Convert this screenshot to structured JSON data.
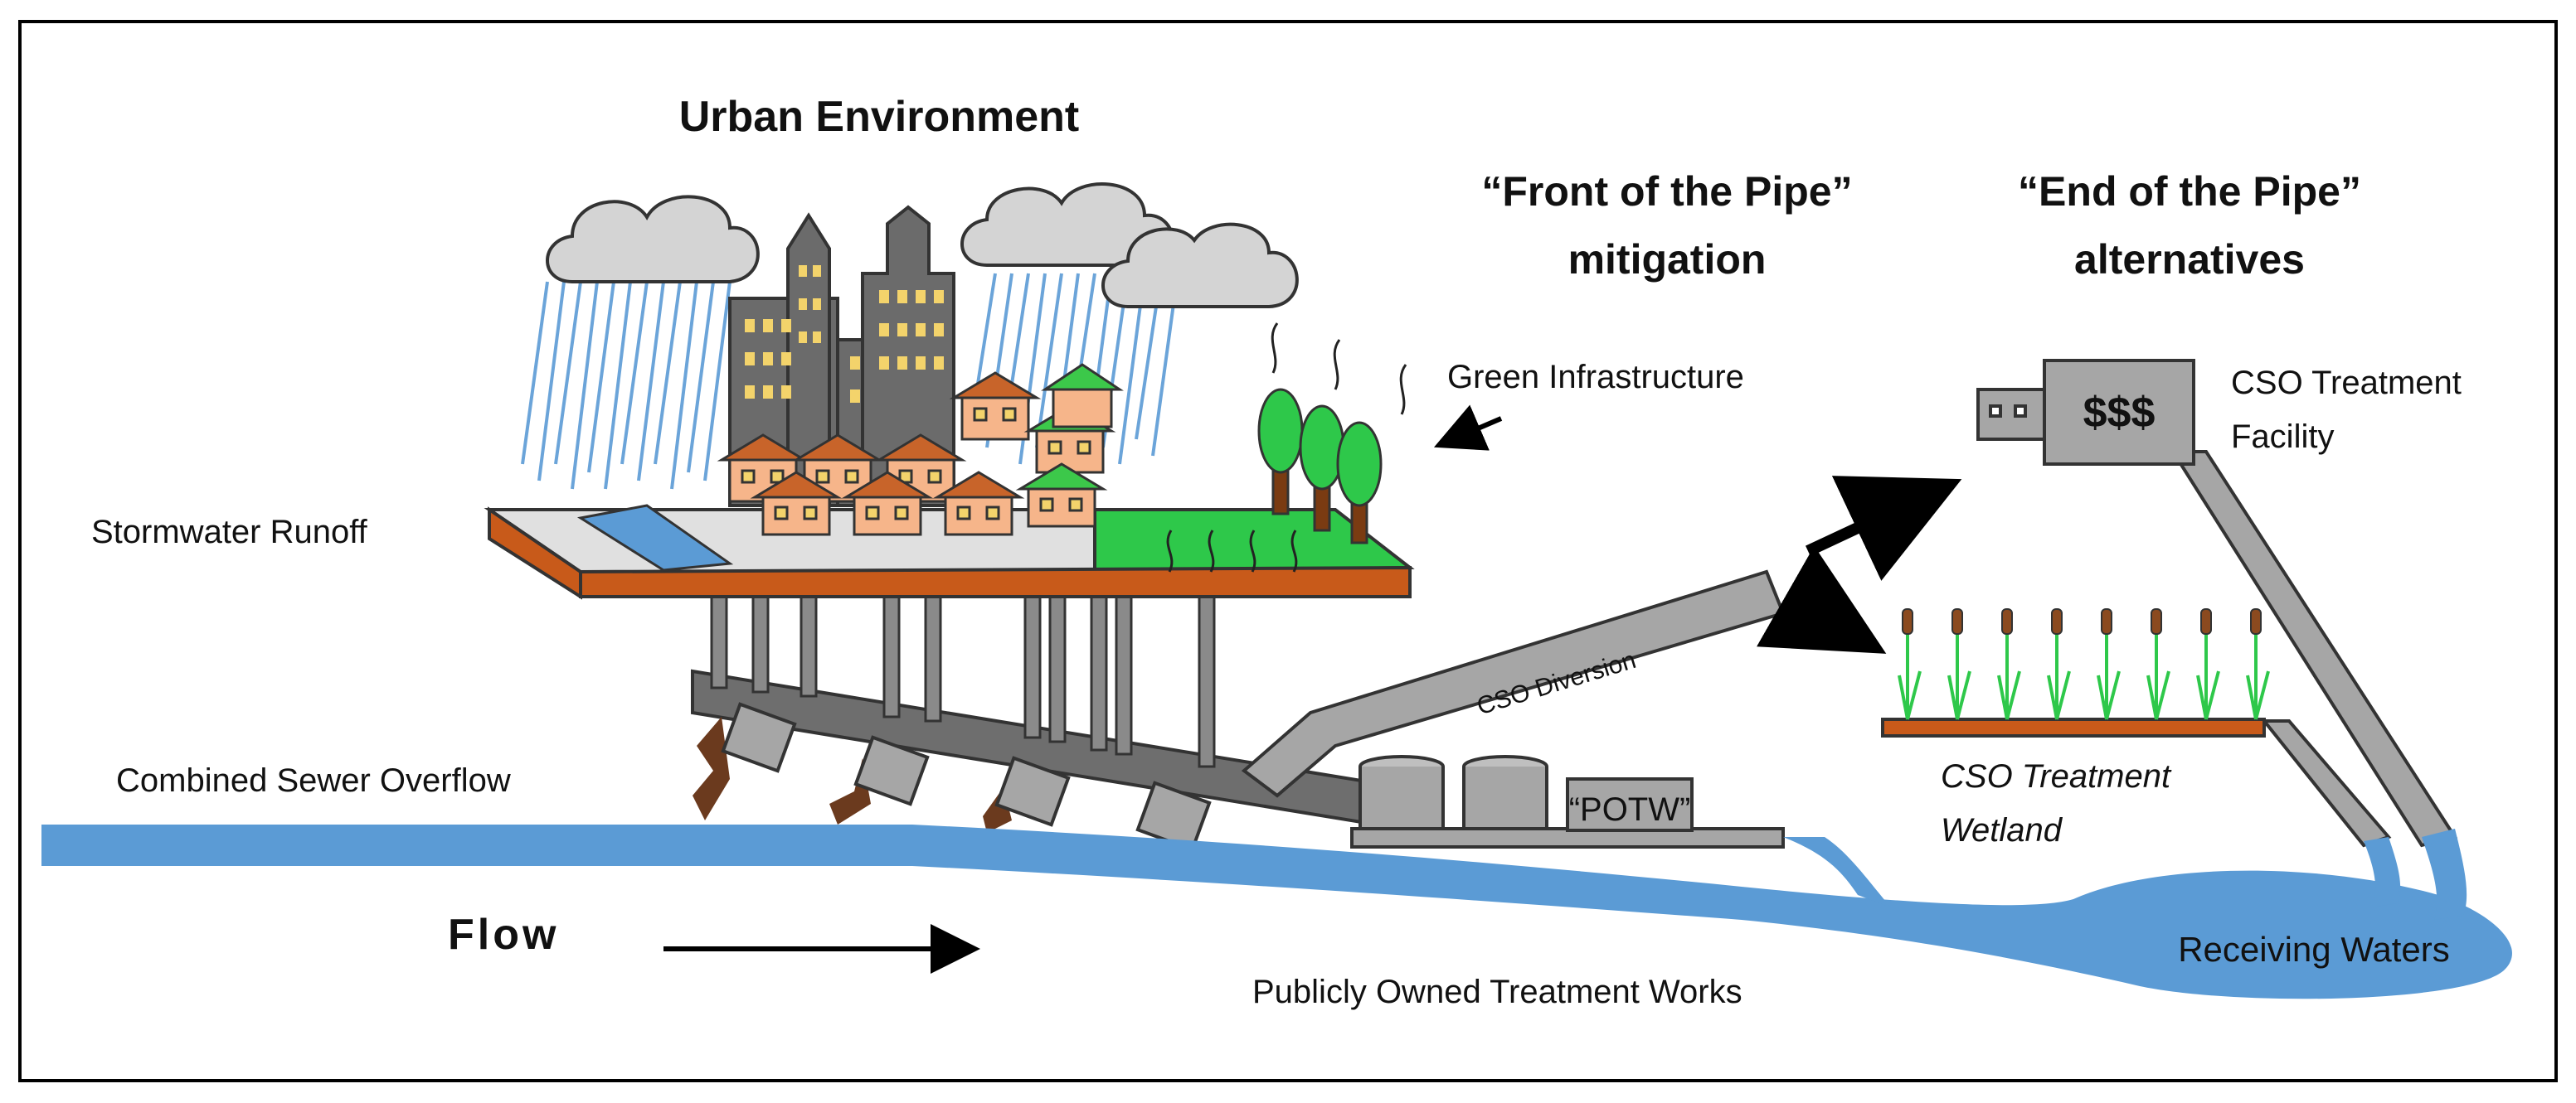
{
  "diagram": {
    "title": "Urban Environment",
    "front_heading": [
      "“Front of the Pipe”",
      "mitigation"
    ],
    "end_heading": [
      "“End of the Pipe”",
      "alternatives"
    ],
    "labels": {
      "stormwater": "Stormwater Runoff",
      "green": "Green Infrastructure",
      "cso_facility": [
        "CSO Treatment",
        "Facility"
      ],
      "facility_sign": "$$$",
      "cso_diversion": "CSO Diversion",
      "wetland": [
        "CSO Treatment",
        "Wetland"
      ],
      "overflow": "Combined Sewer Overflow",
      "potw": "“POTW”",
      "flow": "Flow",
      "receiving": "Receiving Waters",
      "potw_full": "Publicly Owned Treatment Works"
    },
    "colors": {
      "water": "#5b9bd5",
      "soil": "#c85a1a",
      "grass": "#2ec84a",
      "building": "#6b6b6b",
      "house_roof": "#c8642a",
      "green_roof": "#3cc84a",
      "pipe": "#a6a6a6",
      "sewage": "#6b3a1e"
    }
  }
}
